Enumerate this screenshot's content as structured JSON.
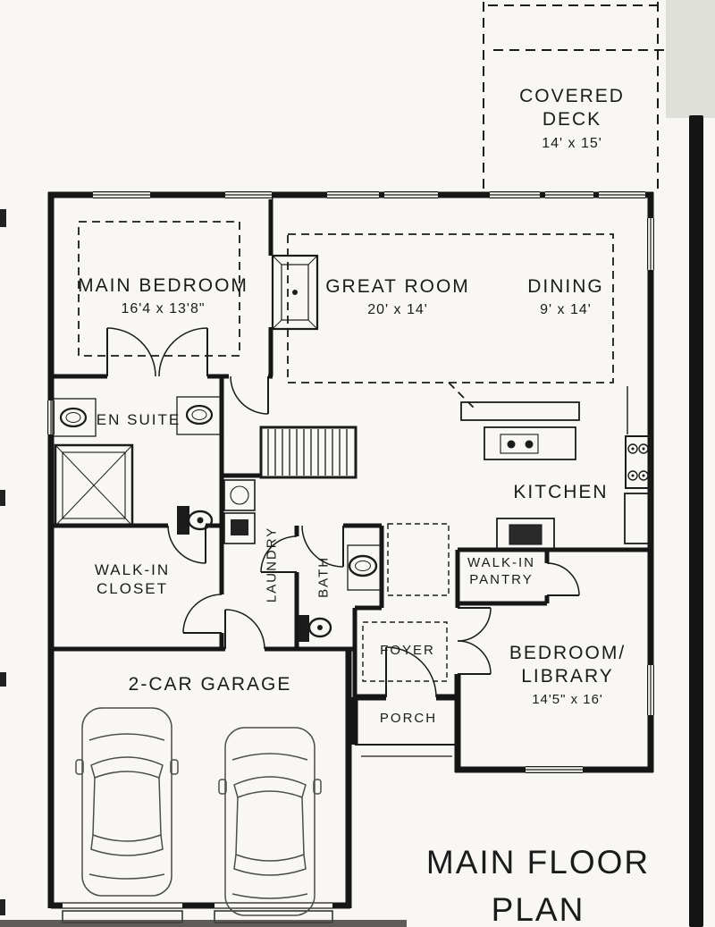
{
  "colors": {
    "paper": "#f8f7f3",
    "ink": "#1b1b1b"
  },
  "title": {
    "line1": "MAIN FLOOR",
    "line2": "PLAN"
  },
  "rooms": {
    "covered_deck": {
      "line1": "COVERED",
      "line2": "DECK",
      "dims": "14' x 15'"
    },
    "main_bedroom": {
      "name": "MAIN BEDROOM",
      "dims": "16'4 x 13'8\""
    },
    "great_room": {
      "name": "GREAT ROOM",
      "dims": "20' x 14'"
    },
    "dining": {
      "name": "DINING",
      "dims": "9' x 14'"
    },
    "en_suite": {
      "name": "EN SUITE"
    },
    "kitchen": {
      "name": "KITCHEN"
    },
    "walk_in_closet": {
      "line1": "WALK-IN",
      "line2": "CLOSET"
    },
    "laundry": {
      "name": "LAUNDRY"
    },
    "bath": {
      "name": "BATH"
    },
    "walk_in_pantry": {
      "line1": "WALK-IN",
      "line2": "PANTRY"
    },
    "foyer": {
      "name": "FOYER"
    },
    "bedroom_library": {
      "line1": "BEDROOM/",
      "line2": "LIBRARY",
      "dims": "14'5\" x 16'"
    },
    "garage": {
      "name": "2-CAR GARAGE"
    },
    "porch": {
      "name": "PORCH"
    }
  }
}
